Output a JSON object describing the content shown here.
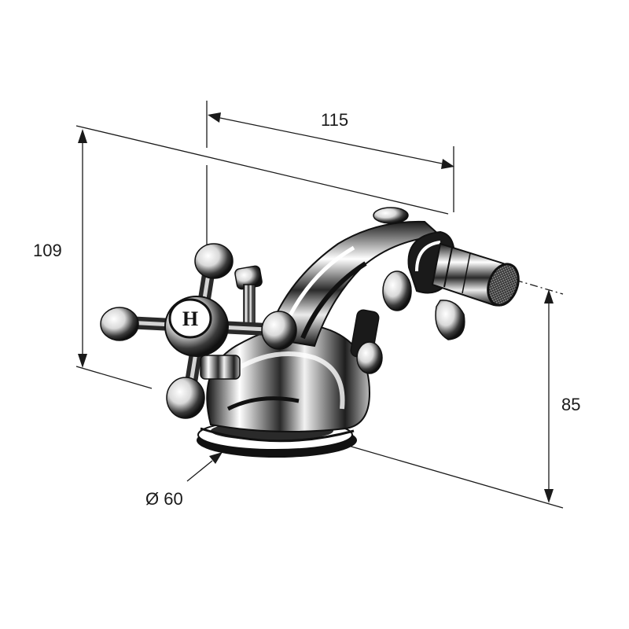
{
  "dimensions": {
    "width": "115",
    "height_total": "109",
    "spout_height": "85",
    "base_diameter": "Ø 60"
  },
  "handles": {
    "hot_label": "H"
  },
  "colors": {
    "line": "#1a1a1a",
    "chrome_dark": "#222222",
    "chrome_light": "#ffffff",
    "background": "#ffffff"
  }
}
